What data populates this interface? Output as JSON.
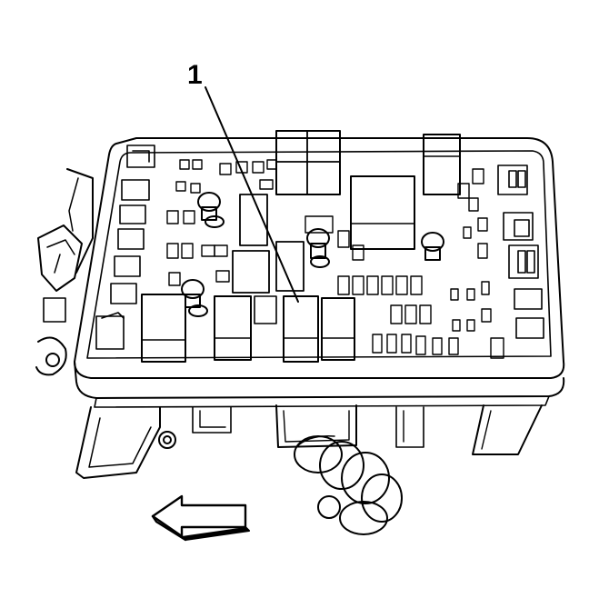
{
  "callout": {
    "label": "1",
    "target": "relay"
  },
  "colors": {
    "line": "#000000",
    "background": "#ffffff"
  },
  "arrow": {
    "direction": "left"
  }
}
